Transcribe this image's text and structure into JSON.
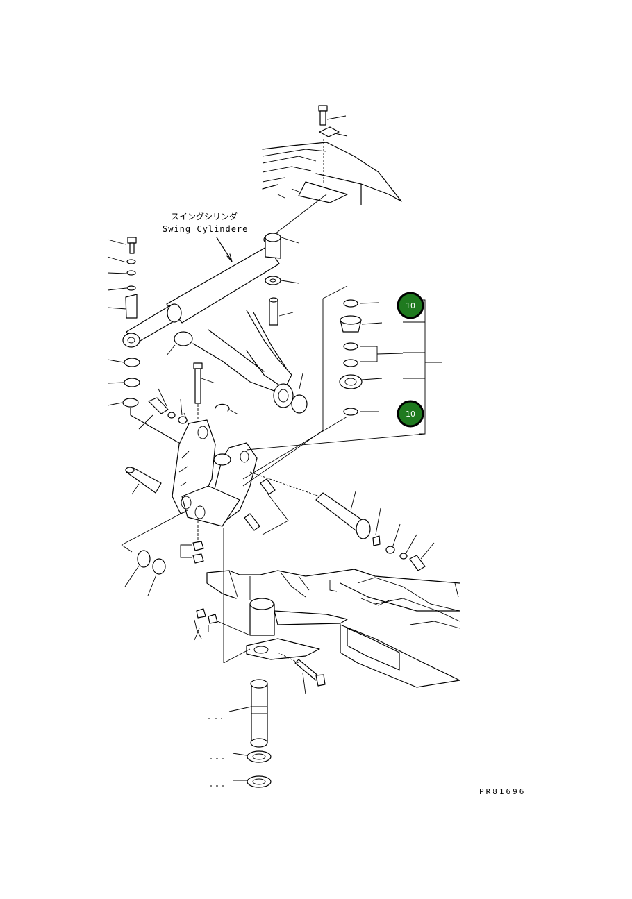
{
  "labels": {
    "swing_cylinder_jp": "スイングシリンダ",
    "swing_cylinder_en": "Swing Cylindere",
    "drawing_code": "PR81696"
  },
  "badges": [
    {
      "text": "10"
    },
    {
      "text": "10"
    }
  ],
  "colors": {
    "badge_fill": "#1f7a1f",
    "line": "#000000",
    "background": "#ffffff"
  }
}
